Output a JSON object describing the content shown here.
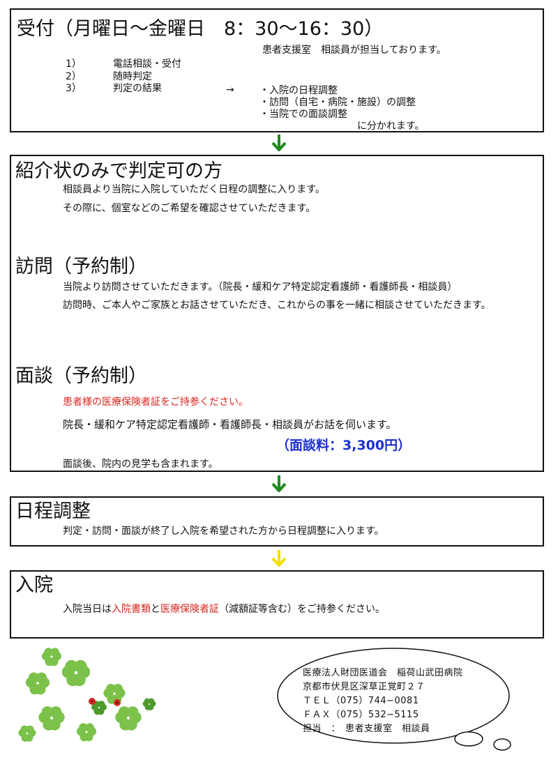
{
  "reception": {
    "heading": "受付（月曜日～金曜日　8：30～16：30）",
    "staff_note": "患者支援室　相談員が担当しております。",
    "steps": [
      {
        "num": "1）",
        "label": "電話相談・受付"
      },
      {
        "num": "2）",
        "label": "随時判定"
      },
      {
        "num": "3）",
        "label": "判定の結果"
      }
    ],
    "arrow": "→",
    "results": [
      "・入院の日程調整",
      "・訪問（自宅・病院・施設）の調整",
      "・当院での面談調整"
    ],
    "results_tail": "に分かれます。"
  },
  "referral": {
    "heading": "紹介状のみで判定可の方",
    "lines": [
      "相談員より当院に入院していただく日程の調整に入ります。",
      "その際に、個室などのご希望を確認させていただきます。"
    ]
  },
  "visit": {
    "heading": "訪問（予約制）",
    "lines": [
      "当院より訪問させていただきます。（院長・緩和ケア特定認定看護師・看護師長・相談員）",
      "訪問時、ご本人やご家族とお話させていただき、これからの事を一緒に相談させていただきます。"
    ]
  },
  "interview": {
    "heading": "面談（予約制）",
    "notice": "患者様の医療保険者証をご持参ください。",
    "staff": "院長・緩和ケア特定認定看護師・看護師長・相談員がお話を伺います。",
    "fee": "（面談料：3,300円）",
    "tour": "面談後、院内の見学も含まれます。"
  },
  "schedule": {
    "heading": "日程調整",
    "text": "判定・訪問・面談が終了し入院を希望された方から日程調整に入ります。"
  },
  "admission": {
    "heading": "入院",
    "text_prefix": "入院当日は",
    "doc1": "入院書類",
    "conj": "と",
    "doc2": "医療保険者証",
    "text_suffix": "（減額証等含む）をご持参ください。"
  },
  "contact": {
    "org": "医療法人財団医道会　稲荷山武田病院",
    "address": "京都市伏見区深草正覚町２７",
    "tel": "ＴＥＬ（075）744−0081",
    "fax": "ＦＡＸ（075）532−5115",
    "person": "担当　：　患者支援室　相談員"
  },
  "colors": {
    "arrow_green": "#1e8a1e",
    "arrow_yellow": "#f0e000",
    "notice_red": "#d7261f",
    "fee_blue": "#1a2fd0"
  }
}
